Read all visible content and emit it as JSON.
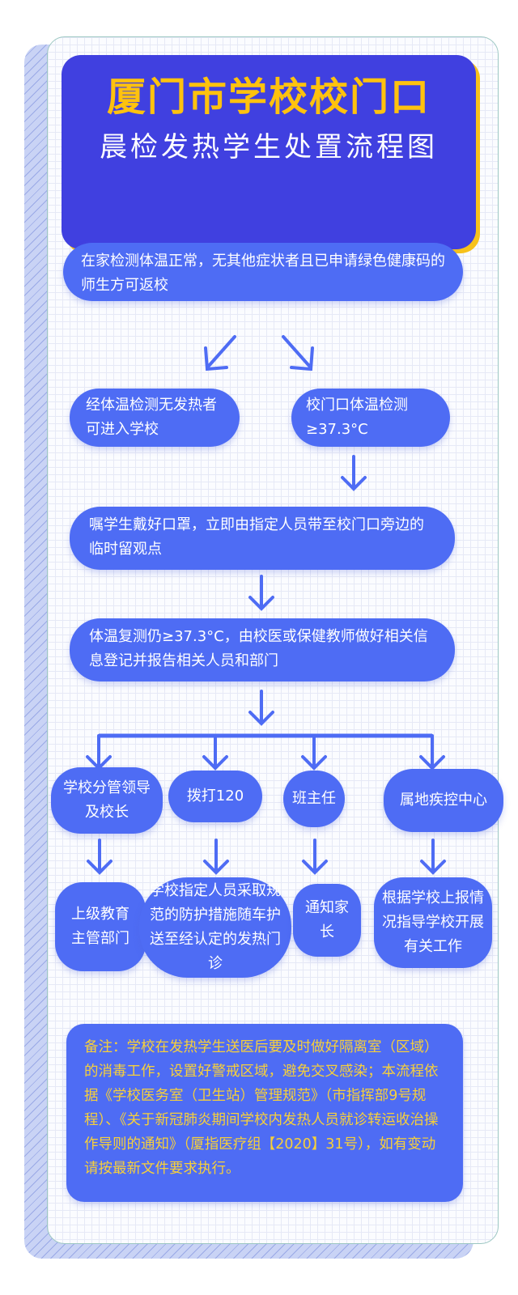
{
  "title": {
    "main": "厦门市学校校门口",
    "sub": "晨检发热学生处置流程图"
  },
  "flow": {
    "step1": "在家检测体温正常，无其他症状者且已申请绿色健康码的师生方可返校",
    "branch_normal": "经体温检测无发热者可进入学校",
    "branch_fever": "校门口体温检测≥37.3°C",
    "step3": "嘱学生戴好口罩，立即由指定人员带至校门口旁边的临时留观点",
    "step4": "体温复测仍≥37.3°C，由校医或保健教师做好相关信息登记并报告相关人员和部门",
    "notify": [
      {
        "label": "学校分管领导及校长",
        "next": "上级教育主管部门"
      },
      {
        "label": "拨打120",
        "next": "学校指定人员采取规范的防护措施随车护送至经认定的发热门诊"
      },
      {
        "label": "班主任",
        "next": "通知家长"
      },
      {
        "label": "属地疾控中心",
        "next": "根据学校上报情况指导学校开展有关工作"
      }
    ]
  },
  "note": "备注：学校在发热学生送医后要及时做好隔离室（区域）的消毒工作，设置好警戒区域，避免交叉感染；本流程依据《学校医务室（卫生站）管理规范》（市指挥部9号规程）、《关于新冠肺炎期间学校内发热人员就诊转运收治操作导则的通知》（厦指医疗组【2020】31号），如有变动请按最新文件要求执行。",
  "colors": {
    "title_bg": "#4040e0",
    "title_text": "#ffc20e",
    "box_bg": "#4e6cf4",
    "note_text": "#f7d03a",
    "arrow": "#4e6cf4"
  },
  "icons": [
    "arrow-down-left-icon",
    "arrow-down-right-icon",
    "arrow-down-icon"
  ]
}
